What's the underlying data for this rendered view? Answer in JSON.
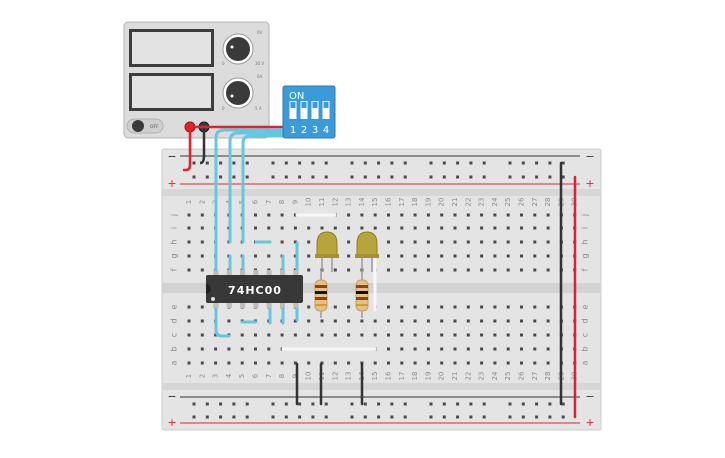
{
  "power_supply": {
    "voltage_dial_labels": {
      "top_right": "0V",
      "max": "30 V",
      "min": "0"
    },
    "current_dial_labels": {
      "top_right": "0A",
      "max": "5 A",
      "min": "0"
    },
    "switch_label": "OFF"
  },
  "dip_switch": {
    "on_label": "ON",
    "numbers": [
      "1",
      "2",
      "3",
      "4"
    ],
    "colors": {
      "body": "#3b9ad9",
      "text": "#ffffff"
    }
  },
  "breadboard": {
    "rail_minus": "−",
    "rail_plus": "+",
    "row_letters_top": [
      "j",
      "i",
      "h",
      "g",
      "f"
    ],
    "row_letters_bottom": [
      "e",
      "d",
      "c",
      "b",
      "a"
    ],
    "column_numbers": [
      "1",
      "2",
      "3",
      "4",
      "5",
      "6",
      "7",
      "8",
      "9",
      "10",
      "11",
      "12",
      "13",
      "14",
      "15",
      "16",
      "17",
      "18",
      "19",
      "20",
      "21",
      "22",
      "23",
      "24",
      "25",
      "26",
      "27",
      "28",
      "29",
      "30"
    ]
  },
  "chip": {
    "label": "74HC00"
  },
  "colors": {
    "wire_red": "#e0232b",
    "wire_black": "#333333",
    "wire_blue": "#66c6dd",
    "led_body": "#b8a43c",
    "resistor_body": "#e6c08a",
    "chip_body": "#383838"
  }
}
